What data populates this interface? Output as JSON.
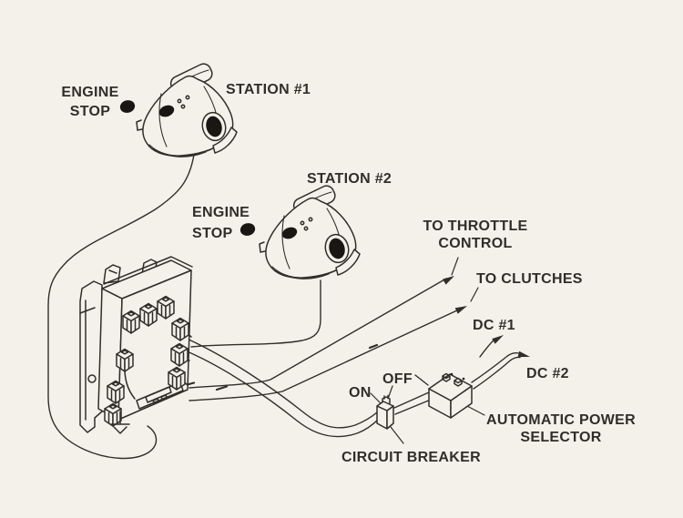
{
  "colors": {
    "background": "#f4f1ea",
    "ink": "#312e29",
    "button": "#191613"
  },
  "labels": {
    "engine_stop": {
      "line1": "ENGINE",
      "line2": "STOP"
    },
    "station1": "STATION #1",
    "station2": "STATION #2",
    "throttle": {
      "line1": "TO THROTTLE",
      "line2": "CONTROL"
    },
    "clutches": "TO CLUTCHES",
    "dc1": "DC #1",
    "dc2": "DC #2",
    "breaker": {
      "on": "ON",
      "off": "OFF",
      "label": "CIRCUIT BREAKER"
    },
    "aps": {
      "line1": "AUTOMATIC POWER",
      "line2": "SELECTOR"
    }
  }
}
